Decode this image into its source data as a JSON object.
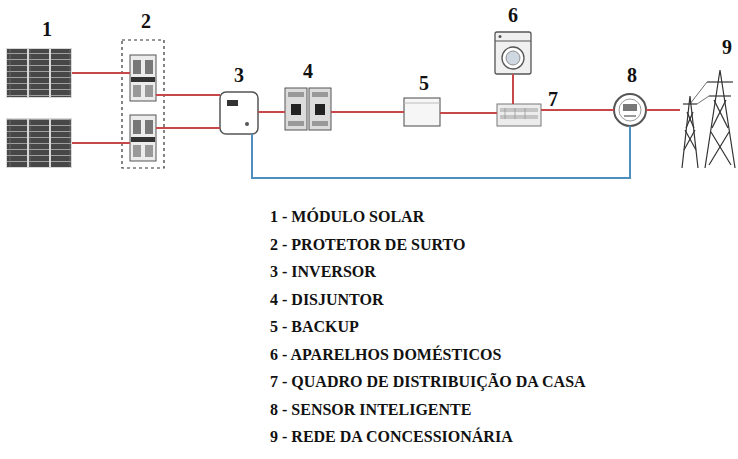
{
  "diagram": {
    "nodes": [
      {
        "text": [
          "1"
        ]
      },
      {
        "text": [
          "2"
        ]
      },
      {
        "text": [
          "3"
        ]
      },
      {
        "text": [
          "4"
        ]
      },
      {
        "text": [
          "5"
        ]
      },
      {
        "text": [
          "6"
        ]
      },
      {
        "text": [
          "7"
        ]
      },
      {
        "text": [
          "8"
        ]
      },
      {
        "text": [
          "9"
        ]
      }
    ],
    "edges": [
      {
        "from": 0,
        "to": 1,
        "arrow": "none"
      },
      {
        "from": 0,
        "to": 1,
        "arrow": "none"
      },
      {
        "from": 1,
        "to": 2,
        "arrow": "none"
      },
      {
        "from": 1,
        "to": 2,
        "arrow": "none"
      },
      {
        "from": 2,
        "to": 3,
        "arrow": "none"
      },
      {
        "from": 3,
        "to": 4,
        "arrow": "none"
      },
      {
        "from": 4,
        "to": 6,
        "arrow": "none"
      },
      {
        "from": 5,
        "to": 6,
        "arrow": "none"
      },
      {
        "from": 6,
        "to": 7,
        "arrow": "none"
      },
      {
        "from": 7,
        "to": 8,
        "arrow": "none"
      },
      {
        "from": 2,
        "to": 7,
        "arrow": "none"
      }
    ],
    "labels": [
      "1 - MÓDULO SOLAR",
      "2 - PROTETOR DE SURTO",
      "3 - INVERSOR",
      "4 - DISJUNTOR",
      "5 - BACKUP",
      "6 - APARELHOS DOMÉSTICOS",
      "7 - QUADRO DE DISTRIBUIÇÃO DA CASA",
      "8 - SENSOR INTELIGENTE",
      "9 - REDE DA CONCESSIONÁRIA"
    ]
  }
}
